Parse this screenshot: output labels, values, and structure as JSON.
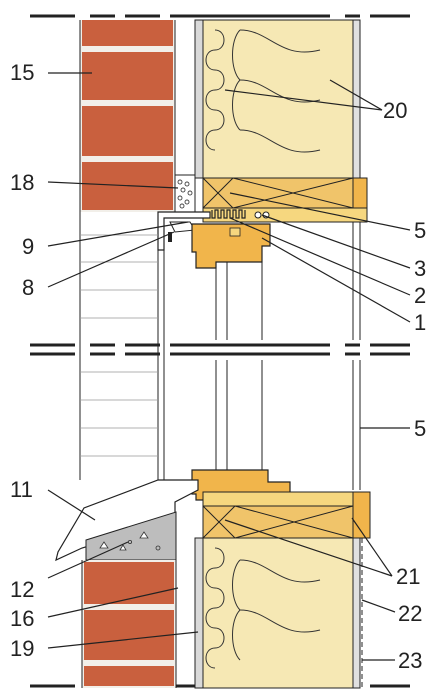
{
  "callouts": {
    "c15": "15",
    "c18": "18",
    "c9": "9",
    "c8": "8",
    "c20": "20",
    "c5a": "5",
    "c3": "3",
    "c2": "2",
    "c1": "1",
    "c5b": "5",
    "c11": "11",
    "c12": "12",
    "c16": "16",
    "c19": "19",
    "c21": "21",
    "c22": "22",
    "c23": "23"
  },
  "colors": {
    "brick": "#c9603e",
    "mortar": "#f2efe9",
    "insulation": "#f6e8b4",
    "timber": "#f0c46a",
    "window_frame": "#f1b54b",
    "concrete": "#bdbdbd",
    "line": "#222222"
  }
}
